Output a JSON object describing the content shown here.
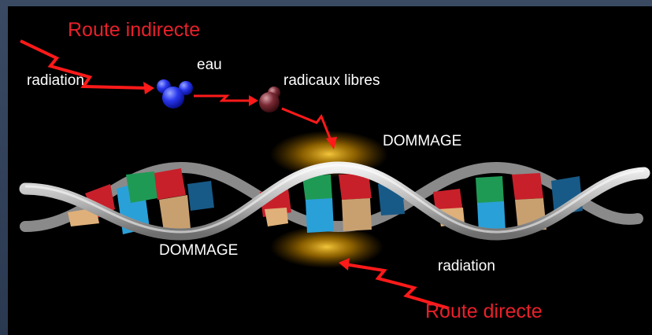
{
  "labels": {
    "indirect_route": "Route indirecte",
    "direct_route": "Route directe",
    "radiation_top": "radiation",
    "radiation_bottom": "radiation",
    "water": "eau",
    "free_radicals": "radicaux libres",
    "damage_top": "DOMMAGE",
    "damage_bottom": "DOMMAGE"
  },
  "colors": {
    "route_text": "#e8202a",
    "bolt": "#ff1a1a",
    "glow": "#ffb000",
    "water_molecule": "#2233ee",
    "radical_molecule": "#7a2a34",
    "strand": "#cfcfcf",
    "background": "#000000"
  },
  "icons": {
    "incoming_radiation_top": "lightning-bolt-icon",
    "incoming_radiation_bottom": "lightning-bolt-icon",
    "water_molecule": "water-molecule-icon",
    "radical_molecule": "free-radical-molecule-icon",
    "dna": "dna-double-helix"
  }
}
